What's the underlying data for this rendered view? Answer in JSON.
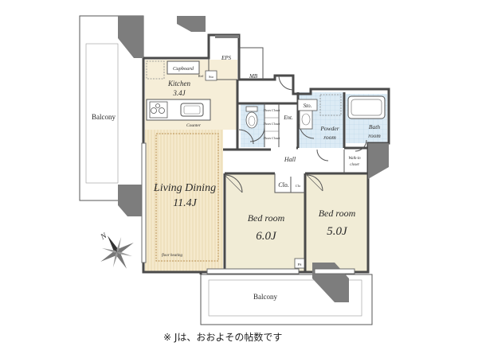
{
  "labels": {
    "balcony_left": "Balcony",
    "balcony_bottom": "Balcony",
    "cupboard": "Cupboard",
    "ref": "Ref",
    "sto_kitchen": "Sto",
    "kitchen_name": "Kitchen",
    "kitchen_size": "3.4J",
    "counter": "Counter",
    "eps": "EPS",
    "mb": "MB",
    "shoes_closet_1": "Shoes Closet",
    "shoes_closet_2": "Shoes Closet",
    "shoes_closet_3": "Shoes Closet",
    "entrance": "Ent.",
    "sto_hall": "Sto.",
    "powder_name": "Powder",
    "powder_room": "room",
    "bath_name": "Bath",
    "bath_room": "room",
    "hall": "Hall",
    "walkin_1": "Walk-in",
    "walkin_2": "closet",
    "living_name": "Living Dining",
    "living_size": "11.4J",
    "floor_heating": "floor heating",
    "clo": "Clo.",
    "clo_small": "Clo",
    "bed1_name": "Bed room",
    "bed1_size": "6.0J",
    "bed2_name": "Bed room",
    "bed2_size": "5.0J",
    "ps": "PS",
    "compass_n": "N"
  },
  "footnote": "※ Jは、おおよその帖数です",
  "colors": {
    "wall": "#4a4a4a",
    "pillar": "#7d7d7d",
    "living_floor": "#f5e9cc",
    "bed_floor": "#f1ecd6",
    "wet_floor": "#dcebf5",
    "hall_floor": "#ffffff",
    "kitchen_floor": "#f6eed8",
    "balcony": "#ffffff"
  },
  "icons": [
    "compass-icon",
    "toilet-icon",
    "bathtub-icon",
    "sink-icon",
    "stove-icon",
    "washing-machine-icon"
  ]
}
